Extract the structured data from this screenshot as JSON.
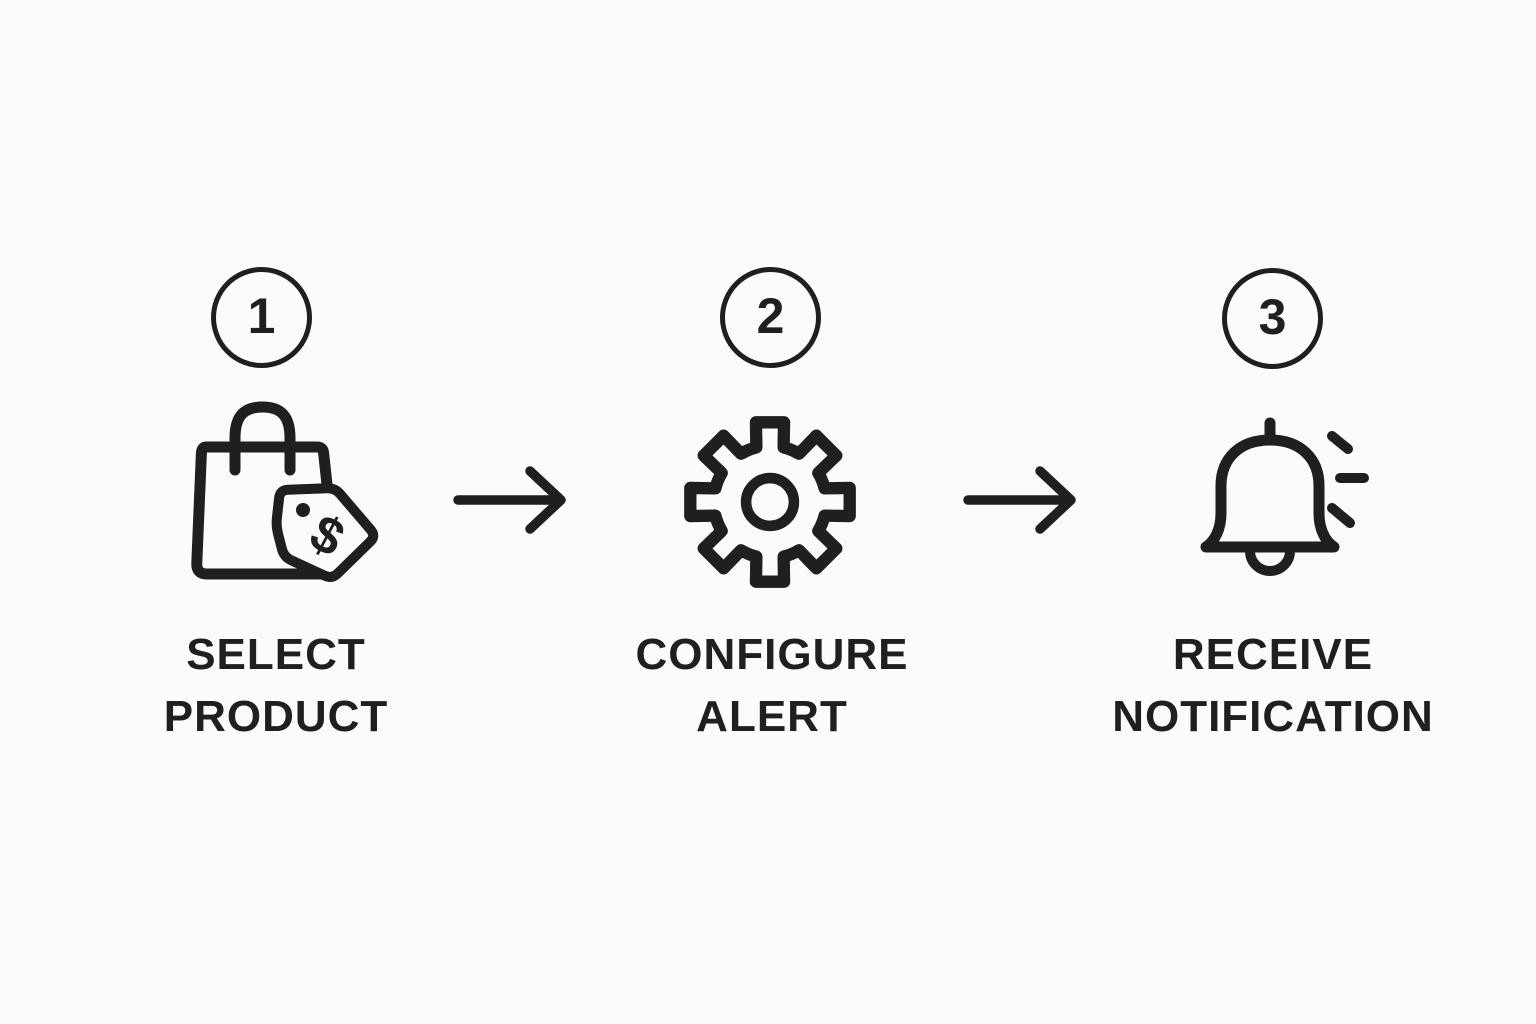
{
  "diagram": {
    "title_implicit": "price alert setup flow",
    "palette": {
      "background": "#fbfbfa",
      "ink": "#1f1f1f"
    },
    "steps": [
      {
        "number": "1",
        "icon": "shopping-bag-price-tag-icon",
        "label_line1": "SELECT",
        "label_line2": "PRODUCT",
        "tag_currency": "$"
      },
      {
        "number": "2",
        "icon": "gear-icon",
        "label_line1": "CONFIGURE",
        "label_line2": "ALERT"
      },
      {
        "number": "3",
        "icon": "bell-notification-icon",
        "label_line1": "RECEIVE",
        "label_line2": "NOTIFICATION"
      }
    ],
    "connectors": [
      {
        "type": "arrow",
        "direction": "right"
      },
      {
        "type": "arrow",
        "direction": "right"
      }
    ]
  }
}
